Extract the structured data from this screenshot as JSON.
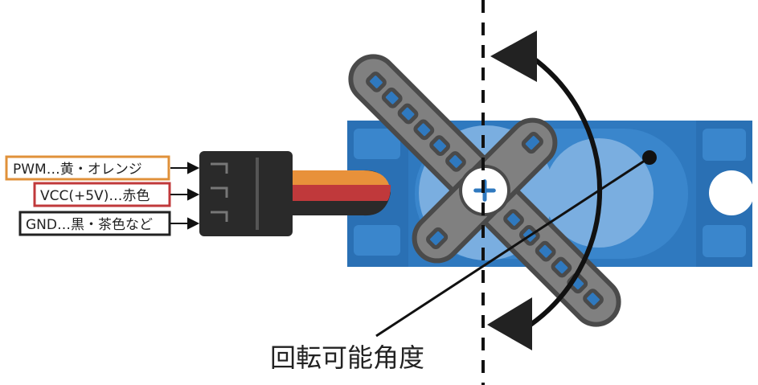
{
  "labels": {
    "pwm": "PWM…黄・オレンジ",
    "vcc": "VCC(+5V)…赤色",
    "gnd": "GND…黒・茶色など",
    "rotation": "回転可能角度"
  },
  "colors": {
    "pwm_border": "#e0913a",
    "vcc_border": "#c0393b",
    "gnd_border": "#222222",
    "servo_body": "#2f79bf",
    "servo_dark": "#1f5f9e",
    "servo_light": "#7aaee0",
    "horn": "#808080",
    "horn_edge": "#4a4a4a",
    "hole": "#2f79bf",
    "connector": "#222222",
    "wire_orange": "#e8913a",
    "wire_red": "#c0393b",
    "wire_black": "#2a2a2a",
    "arrow": "#222222"
  },
  "icons": [
    "arrow-right-icon",
    "rotation-arrow-icon"
  ]
}
